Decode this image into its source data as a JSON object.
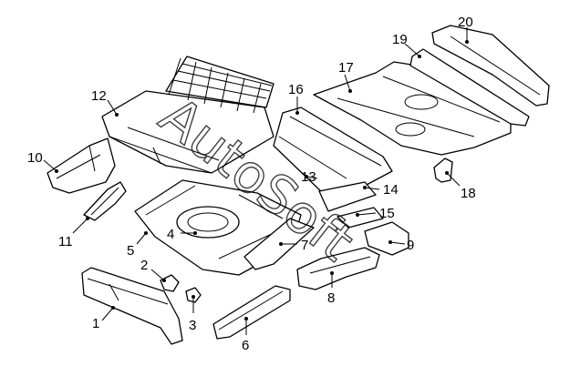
{
  "callouts": {
    "c1": "1",
    "c2": "2",
    "c3": "3",
    "c4": "4",
    "c5": "5",
    "c6": "6",
    "c7": "7",
    "c8": "8",
    "c9": "9",
    "c10": "10",
    "c11": "11",
    "c12": "12",
    "c13": "13",
    "c14": "14",
    "c15": "15",
    "c16": "16",
    "c17": "17",
    "c18": "18",
    "c19": "19",
    "c20": "20"
  },
  "watermark": "AutoSoft",
  "colors": {
    "line": "#000000",
    "background": "#ffffff"
  }
}
